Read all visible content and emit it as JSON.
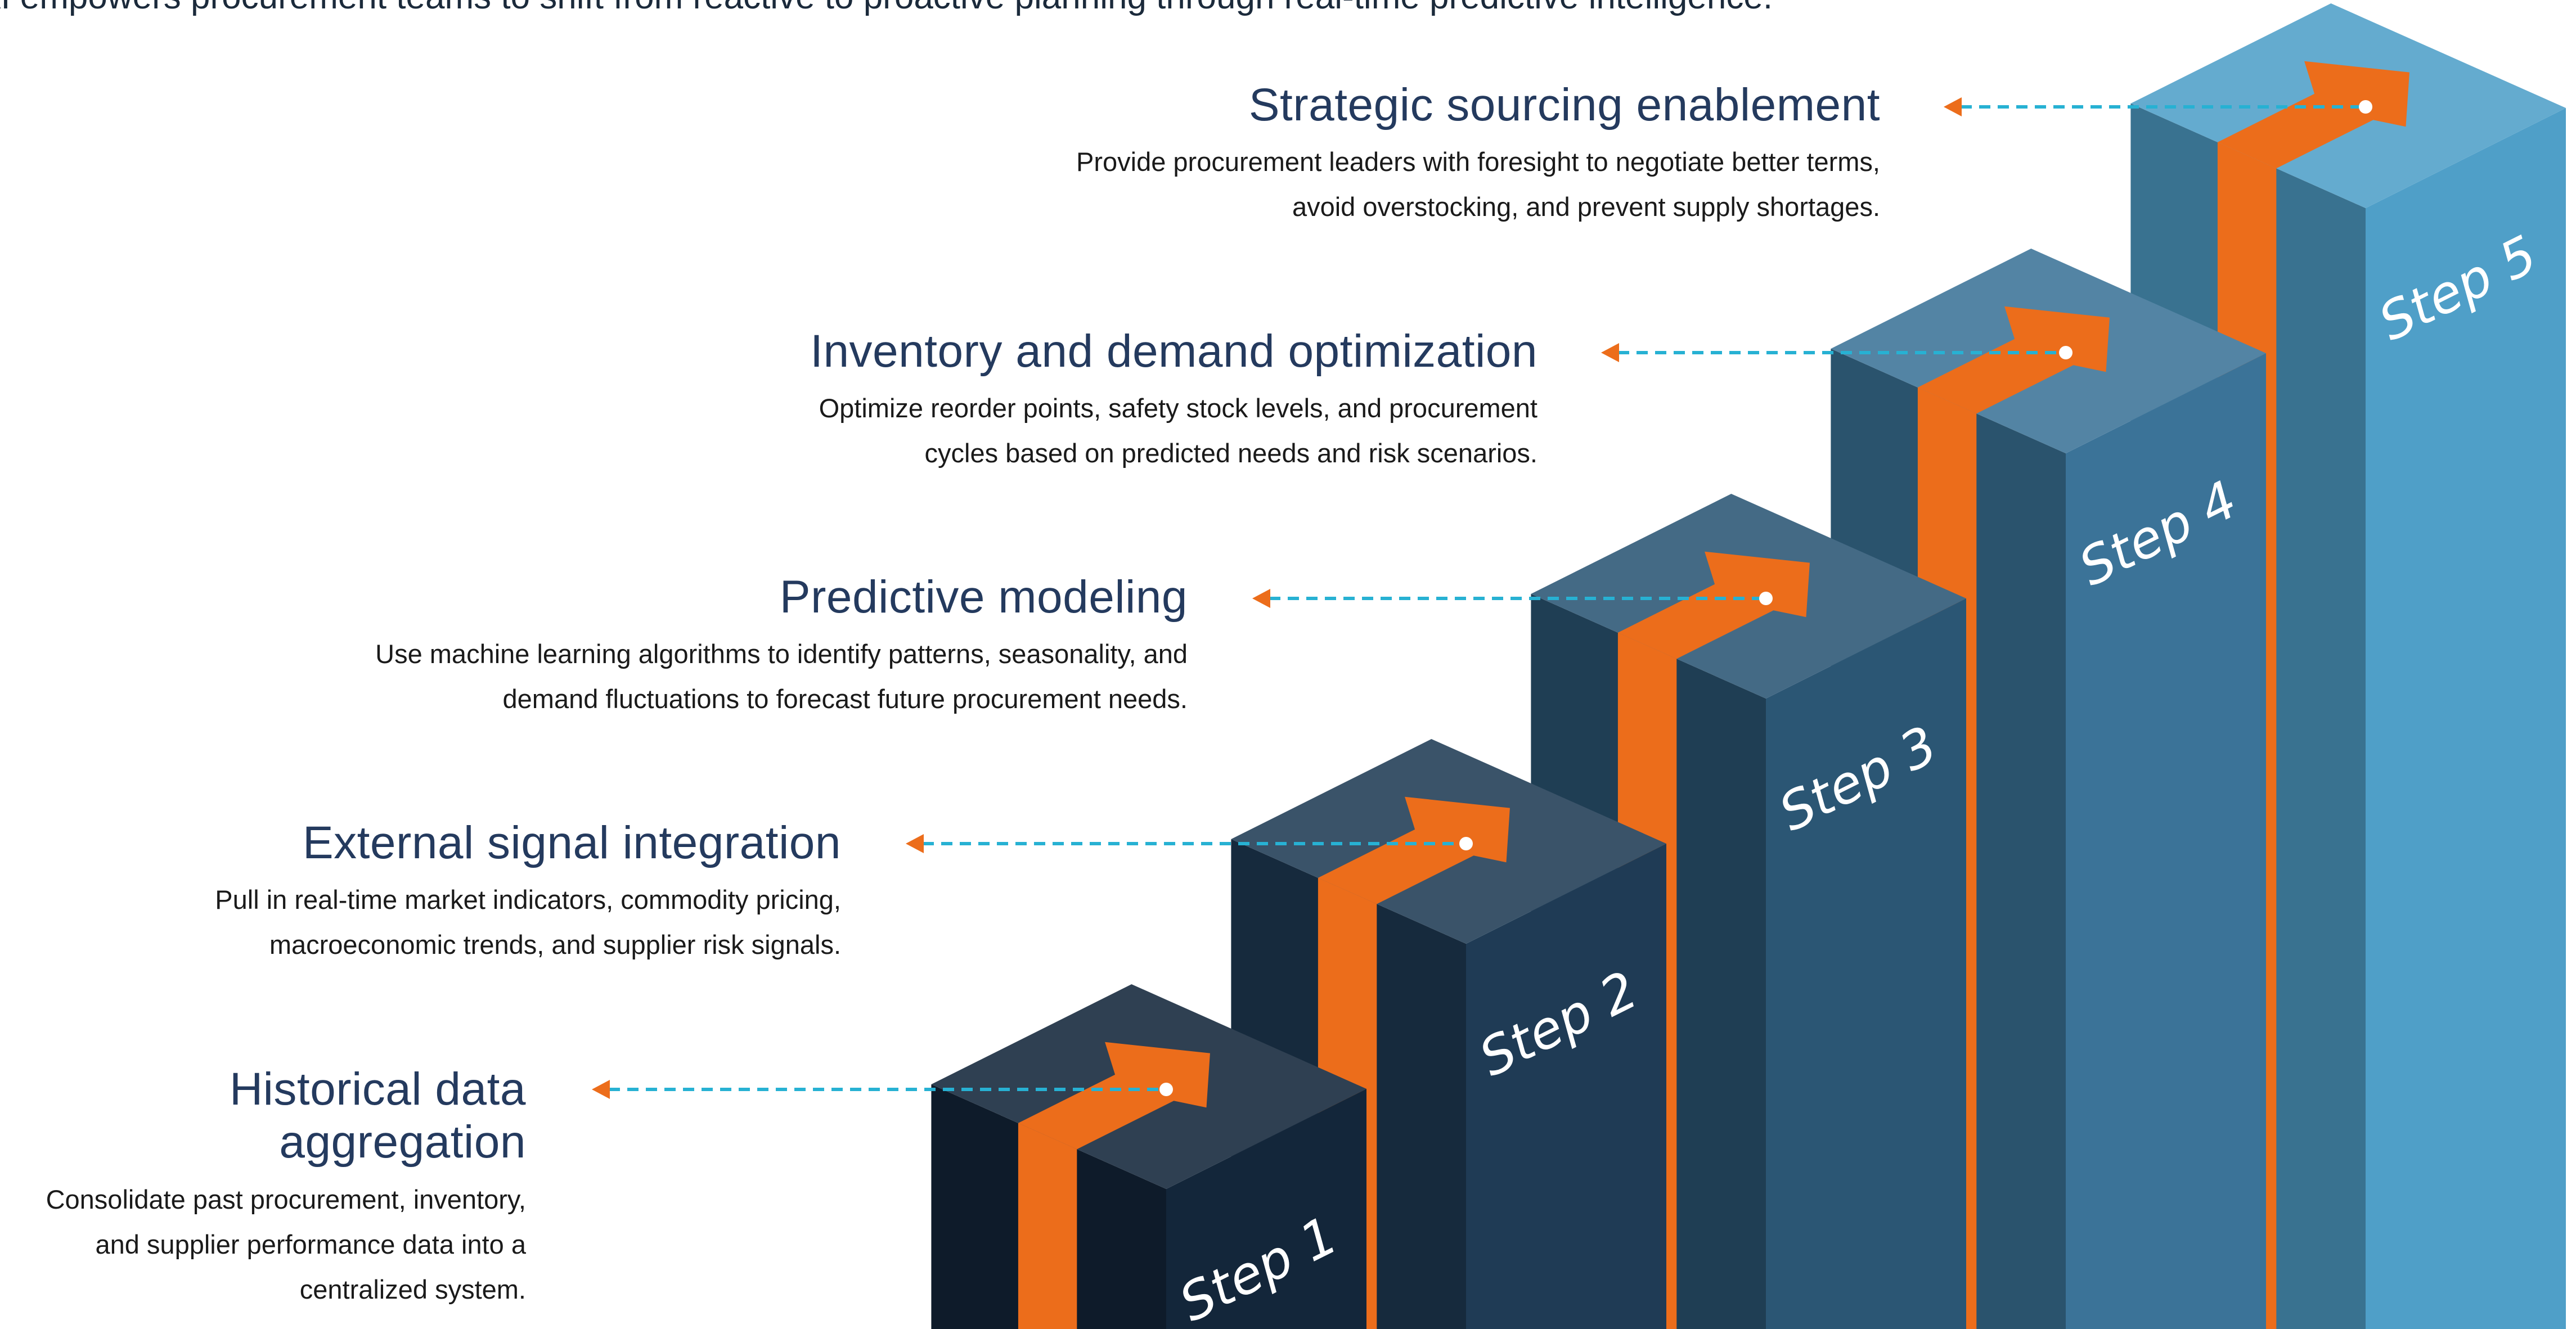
{
  "intro_text": "AI empowers procurement teams to shift from reactive to proactive planning through real-time predictive intelligence.",
  "colors": {
    "orange": "#ec6d1b",
    "dashed_line": "#27b1d3",
    "title_text": "#243a5e",
    "step_1": "#13263a",
    "step_2": "#1f3b55",
    "step_3": "#2b5674",
    "step_4": "#3b7398",
    "step_5": "#4f9fc8"
  },
  "steps": [
    {
      "label": "Step 1",
      "title": "Historical data aggregation",
      "description_lines": [
        "Consolidate past procurement, inventory,",
        "and supplier performance data into a",
        "centralized system."
      ]
    },
    {
      "label": "Step 2",
      "title": "External signal integration",
      "description_lines": [
        "Pull in real-time market indicators, commodity pricing,",
        "macroeconomic trends, and supplier risk signals."
      ]
    },
    {
      "label": "Step 3",
      "title": "Predictive modeling",
      "description_lines": [
        "Use machine learning algorithms to identify patterns, seasonality, and",
        "demand fluctuations to forecast future procurement needs."
      ]
    },
    {
      "label": "Step 4",
      "title": "Inventory and demand optimization",
      "description_lines": [
        "Optimize reorder points, safety stock levels, and procurement",
        "cycles based on predicted needs and risk scenarios."
      ]
    },
    {
      "label": "Step 5",
      "title": "Strategic sourcing enablement",
      "description_lines": [
        "Provide procurement leaders with foresight to negotiate better terms,",
        "avoid overstocking, and prevent supply shortages."
      ]
    }
  ]
}
